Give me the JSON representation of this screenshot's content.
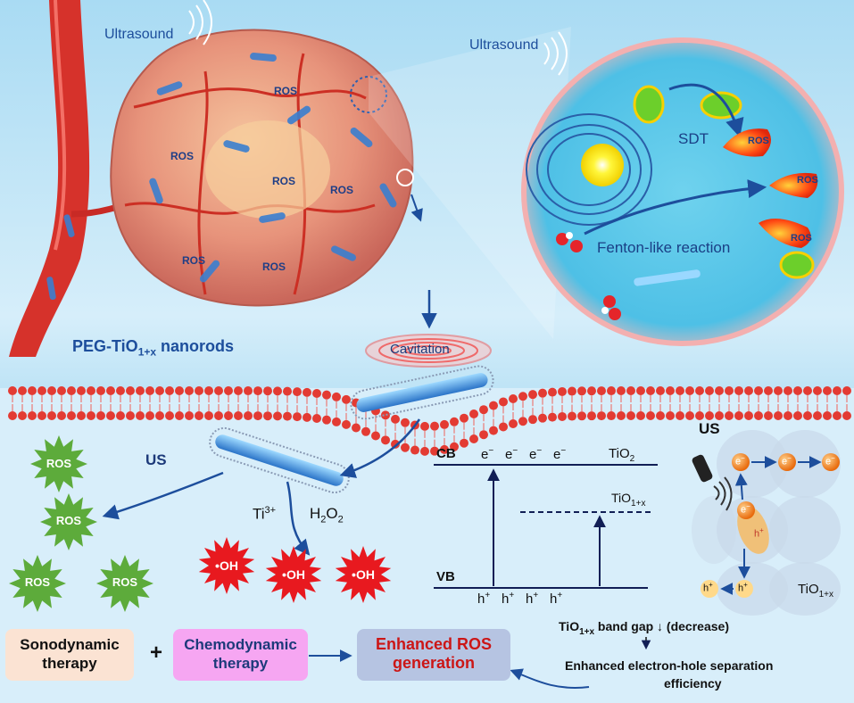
{
  "labels": {
    "ultrasound_left": "Ultrasound",
    "ultrasound_right": "Ultrasound",
    "nanorods_prefix": "PEG-TiO",
    "nanorods_sub": "1+x",
    "nanorods_suffix": " nanorods",
    "cavitation": "Cavitation",
    "sdt": "SDT",
    "fenton": "Fenton-like reaction",
    "ros": "ROS",
    "us_left": "US",
    "us_right": "US",
    "ti_base": "Ti",
    "ti_sup": "3+",
    "h2o2_a": "H",
    "h2o2_b": "2",
    "h2o2_c": "O",
    "h2o2_d": "2",
    "oh": "•OH",
    "cb": "CB",
    "vb": "VB",
    "electron": "e",
    "electron_sup": "−",
    "hole": "h",
    "hole_sup": "+",
    "tio2_base": "TiO",
    "tio2_sub": "2",
    "tio1x_base": "TiO",
    "tio1x_sub": "1+x"
  },
  "bottom": {
    "sono_line1": "Sonodynamic",
    "sono_line2": "therapy",
    "plus": "+",
    "chemo_line1": "Chemodynamic",
    "chemo_line2": "therapy",
    "enhanced_line1": "Enhanced ROS",
    "enhanced_line2": "generation",
    "bandgap_base": "TiO",
    "bandgap_sub": "1+x",
    "bandgap_rest": " band gap ↓ (decrease)",
    "separation_line1": "Enhanced electron-hole separation",
    "separation_line2": "efficiency"
  },
  "colors": {
    "box_sono": "#fbe3d3",
    "box_chemo": "#f6a6f2",
    "box_enhanced": "#b6c4e2",
    "ros_star": "#5dab3b",
    "oh_star": "#e8191f",
    "arrow": "#1d4e9c",
    "membrane": "#e33b33"
  }
}
